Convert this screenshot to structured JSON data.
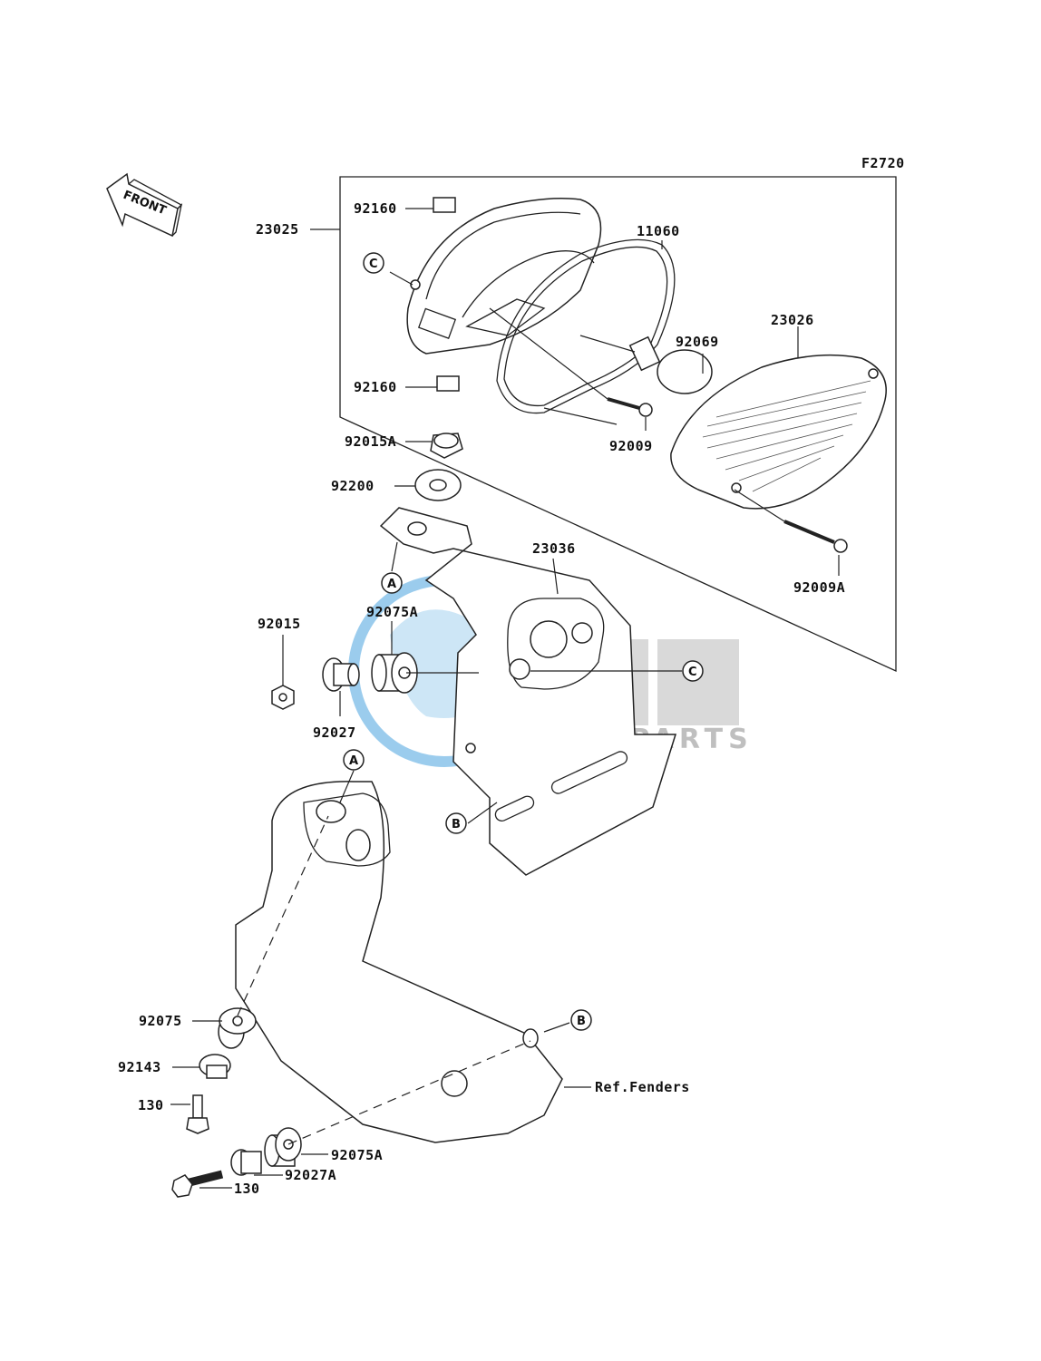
{
  "diagram": {
    "code": "F2720",
    "front_label": "FRONT",
    "reference_label": "Ref.Fenders",
    "watermark": {
      "main": "OEM",
      "sub": "MOTORPARTS",
      "color_blue": "#4aa3df",
      "color_gray": "#8c8c8c"
    },
    "callouts": [
      "A",
      "B",
      "C"
    ],
    "part_numbers": {
      "p23025": "23025",
      "p92160_top": "92160",
      "p92160_bottom": "92160",
      "p11060": "11060",
      "p23026": "23026",
      "p92069": "92069",
      "p92009": "92009",
      "p92015A": "92015A",
      "p92200": "92200",
      "p23036": "23036",
      "p92009A": "92009A",
      "p92015": "92015",
      "p92075A_top": "92075A",
      "p92027": "92027",
      "p92075": "92075",
      "p92143": "92143",
      "p130_top": "130",
      "p130_bottom": "130",
      "p92075A_bottom": "92075A",
      "p92027A": "92027A"
    }
  }
}
